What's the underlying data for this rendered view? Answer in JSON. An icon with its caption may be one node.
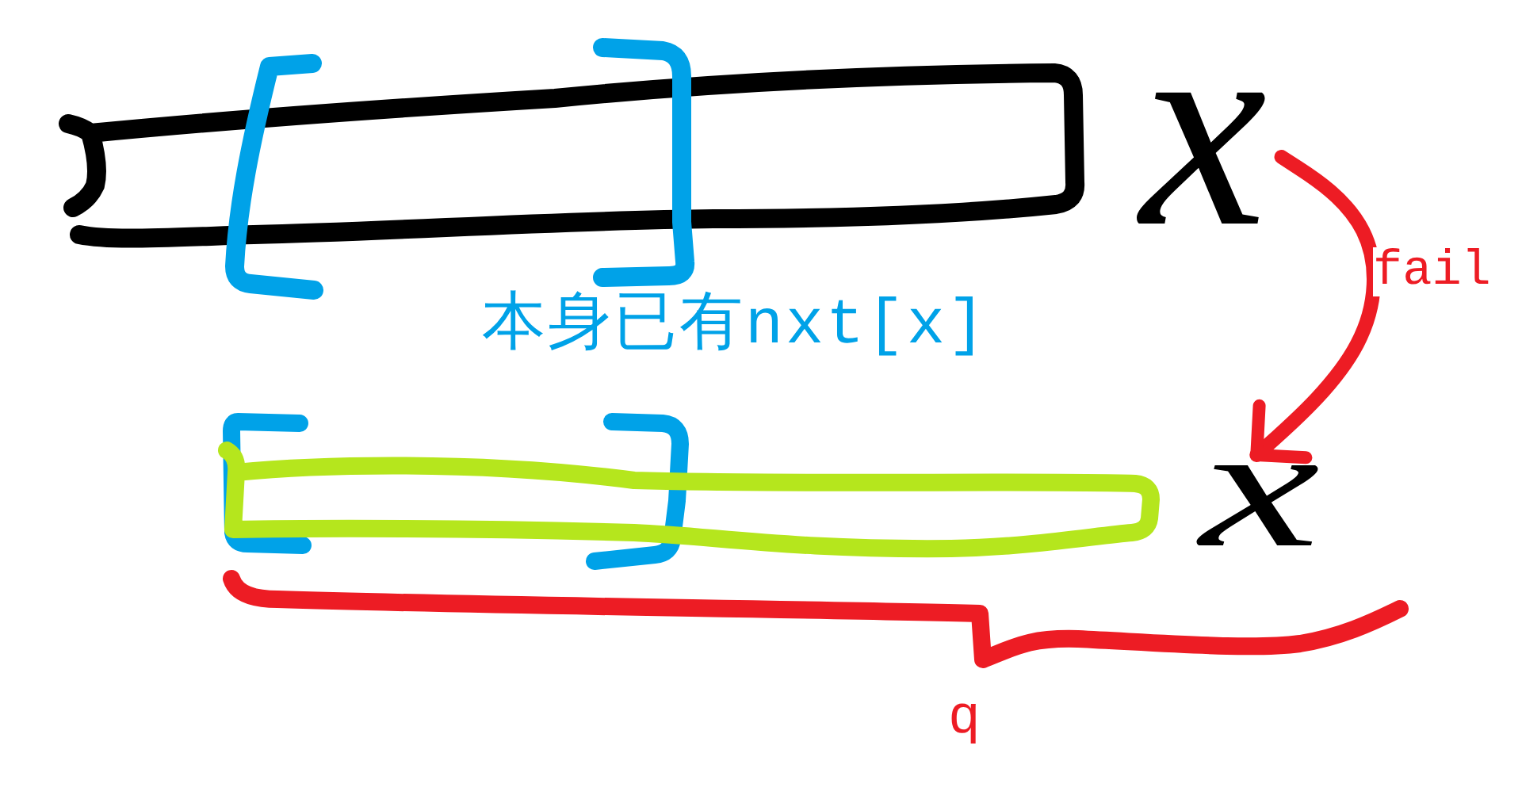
{
  "diagram": {
    "nodes": [
      {
        "text": [],
        "shape": "bar"
      },
      {
        "text": [
          "x"
        ]
      },
      {
        "text": [],
        "shape": "bar"
      },
      {
        "text": [
          "x"
        ]
      }
    ],
    "edges": [
      {
        "from": 1,
        "to": 3,
        "arrow": "to",
        "label": "fail"
      }
    ],
    "labels": [
      "本身已有nxt[x]",
      "q"
    ]
  }
}
